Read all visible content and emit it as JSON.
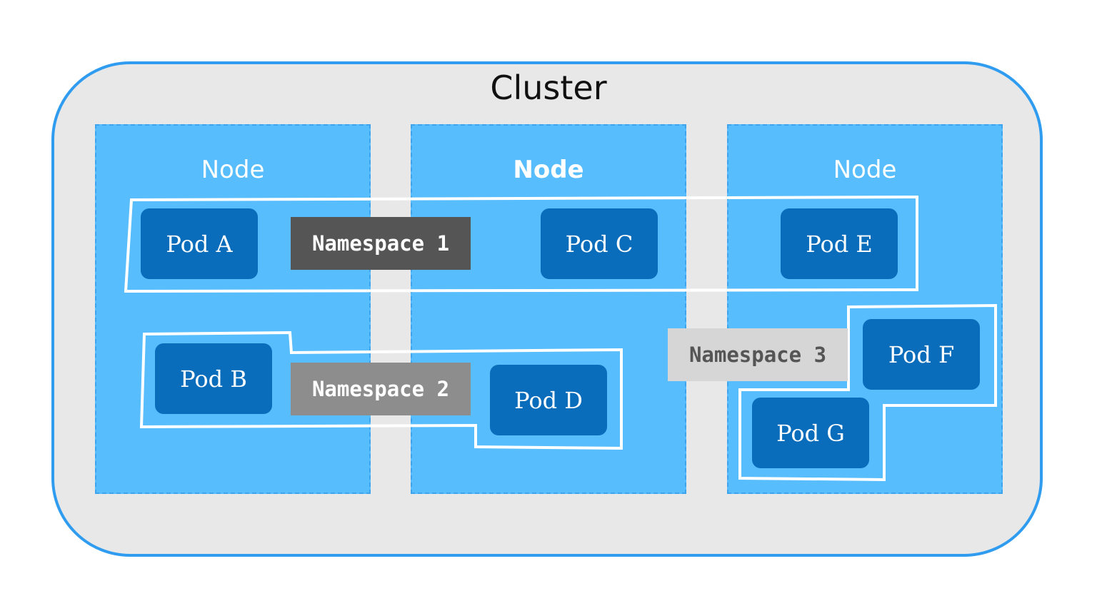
{
  "diagram": {
    "cluster_label": "Cluster",
    "nodes": [
      {
        "label": "Node"
      },
      {
        "label": "Node"
      },
      {
        "label": "Node"
      }
    ],
    "pods": [
      {
        "label": "Pod A"
      },
      {
        "label": "Pod B"
      },
      {
        "label": "Pod C"
      },
      {
        "label": "Pod D"
      },
      {
        "label": "Pod E"
      },
      {
        "label": "Pod F"
      },
      {
        "label": "Pod G"
      }
    ],
    "namespaces": [
      {
        "label": "Namespace 1"
      },
      {
        "label": "Namespace 2"
      },
      {
        "label": "Namespace 3"
      }
    ]
  },
  "colors": {
    "cluster_fill": "#e8e8e8",
    "cluster_border": "#2f9cf0",
    "node_fill": "#57bdfd",
    "pod_fill": "#0a6dbb",
    "namespace_outline": "#ffffff",
    "namespace_1": "#555555",
    "namespace_2": "#8d8d8d",
    "namespace_3": "#d6d6d6"
  }
}
